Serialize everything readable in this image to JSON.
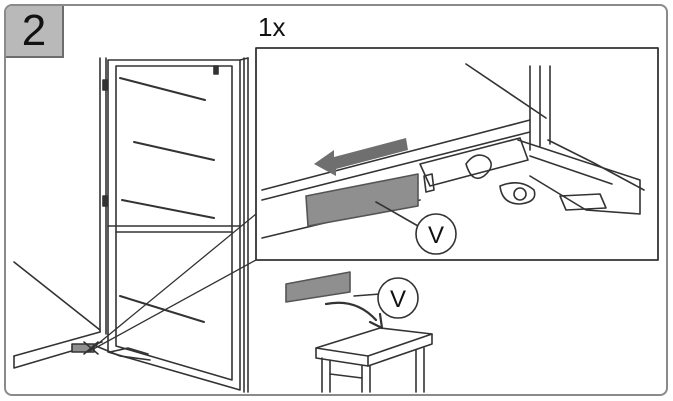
{
  "step": {
    "number": "2"
  },
  "quantity": {
    "label": "1x"
  },
  "callouts": {
    "detail_label": "V",
    "removed_label": "V"
  },
  "colors": {
    "line": "#333333",
    "frame": "#8a8a8a",
    "badge": "#b9b9b9",
    "part": "#8f8f8f",
    "arrow": "#6f6f6f"
  }
}
